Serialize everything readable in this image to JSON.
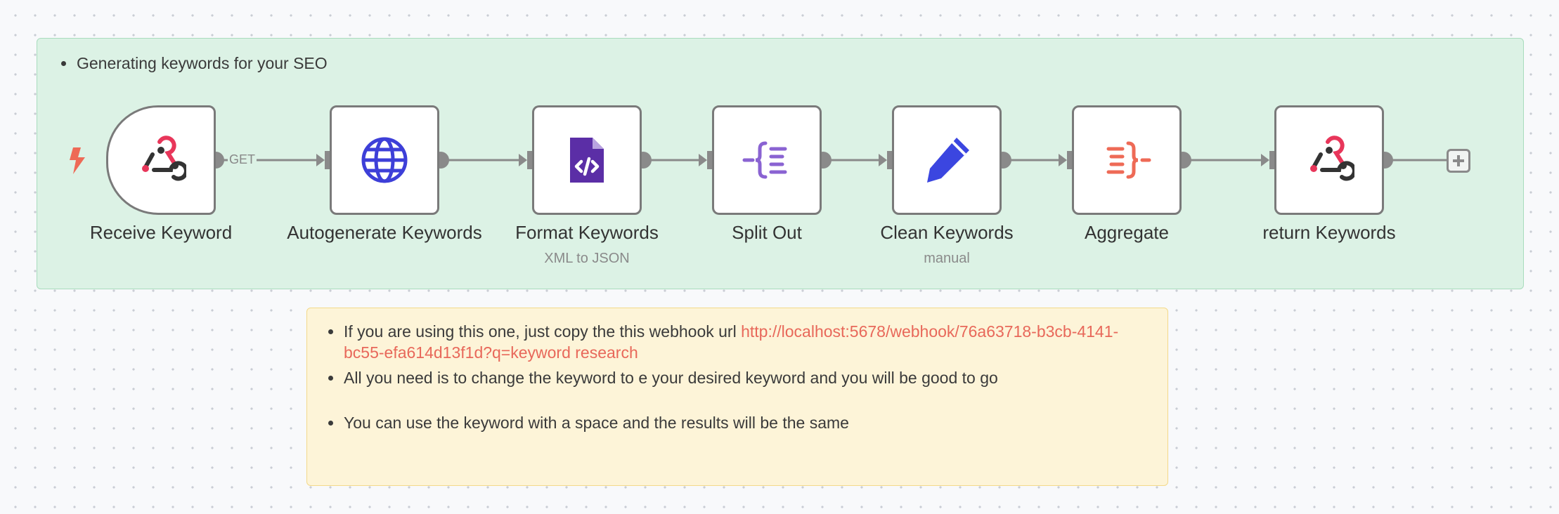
{
  "workflow": {
    "sticky_main": {
      "text": "Generating keywords for your SEO"
    },
    "sticky_note": {
      "items": [
        {
          "text": "If you are using this one, just copy the this webhook url ",
          "link": "http://localhost:5678/webhook/76a63718-b3cb-4141-bc55-efa614d13f1d?q=keyword research"
        },
        {
          "text": "All you need is to change the keyword to e your desired keyword and you will be good to go"
        },
        {
          "text": "You can use the keyword with a space and the results will be the same"
        }
      ]
    },
    "edge_label": "GET",
    "nodes": [
      {
        "name": "Receive Keyword",
        "icon": "webhook-icon"
      },
      {
        "name": "Autogenerate Keywords",
        "icon": "globe-icon"
      },
      {
        "name": "Format Keywords",
        "subtitle": "XML to JSON",
        "icon": "code-file-icon"
      },
      {
        "name": "Split Out",
        "icon": "split-out-icon"
      },
      {
        "name": "Clean Keywords",
        "subtitle": "manual",
        "icon": "pencil-icon"
      },
      {
        "name": "Aggregate",
        "icon": "aggregate-icon"
      },
      {
        "name": "return Keywords",
        "icon": "webhook-icon"
      }
    ],
    "colors": {
      "trigger_bolt": "#ee6a56",
      "globe": "#3d3fd8",
      "code": "#5b2ea6",
      "split": "#8a63d2",
      "pencil": "#3b46e0",
      "aggregate": "#ee6a56",
      "webhook_red": "#e8365a"
    }
  }
}
